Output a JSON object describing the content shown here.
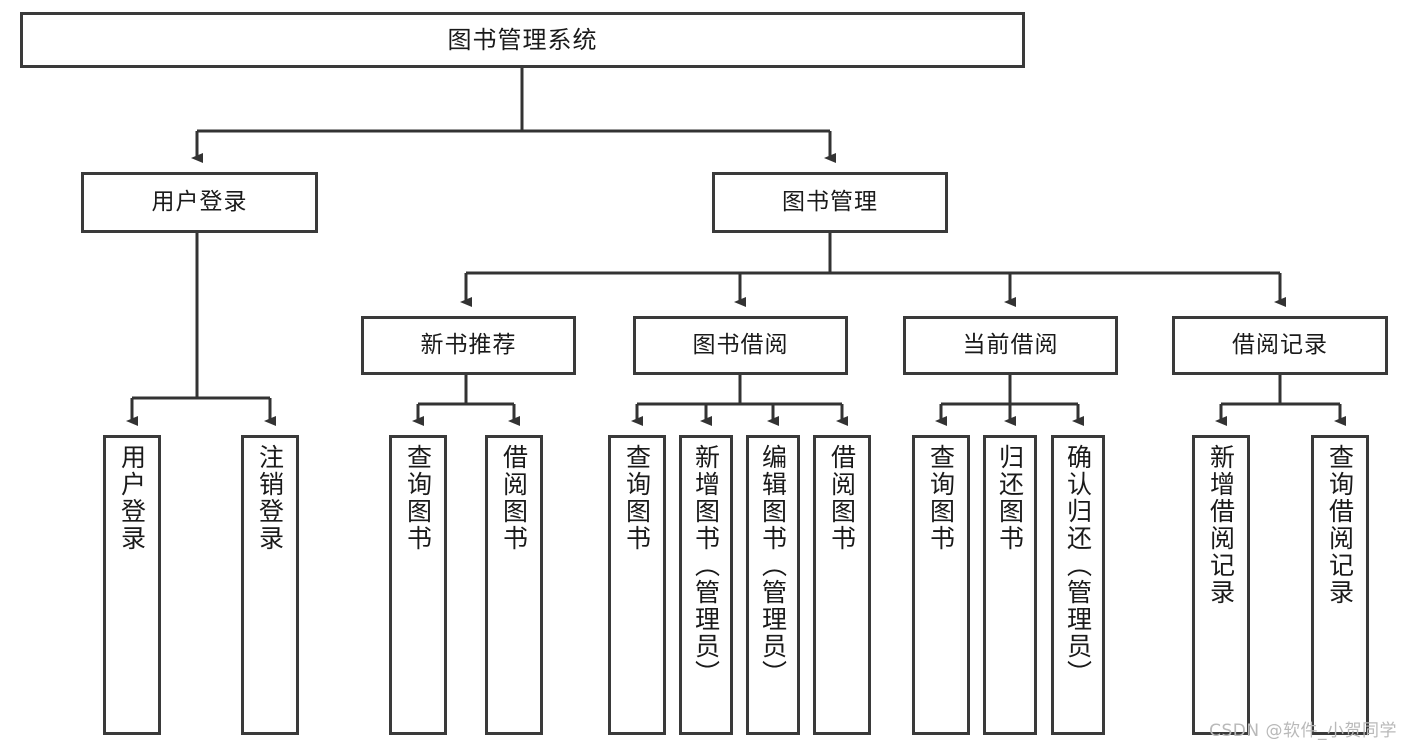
{
  "diagram": {
    "title": "图书管理系统",
    "type": "tree-hierarchy-diagram",
    "watermark": "CSDN @软件_小贺同学",
    "colors": {
      "box_border": "#3a3a3a",
      "box_fill": "#ffffff",
      "edge": "#333333",
      "text": "#1a1a1a",
      "watermark": "#b9b9b9"
    },
    "nodes": {
      "root": {
        "label": "图书管理系统"
      },
      "level2": [
        {
          "id": "user-login",
          "label": "用户登录"
        },
        {
          "id": "book-manage",
          "label": "图书管理"
        }
      ],
      "level3": [
        {
          "id": "new-book-recommend",
          "label": "新书推荐"
        },
        {
          "id": "book-borrow",
          "label": "图书借阅"
        },
        {
          "id": "current-borrow",
          "label": "当前借阅"
        },
        {
          "id": "borrow-record",
          "label": "借阅记录"
        }
      ],
      "leaves": {
        "user_login": [
          {
            "id": "leaf-user-login",
            "label": "用户登录"
          },
          {
            "id": "leaf-logout",
            "label": "注销登录"
          }
        ],
        "new_book_recommend": [
          {
            "id": "leaf-query-book-1",
            "label": "查询图书"
          },
          {
            "id": "leaf-borrow-book-1",
            "label": "借阅图书"
          }
        ],
        "book_borrow": [
          {
            "id": "leaf-query-book-2",
            "label": "查询图书"
          },
          {
            "id": "leaf-add-book",
            "label": "新增图书（管理员）"
          },
          {
            "id": "leaf-edit-book",
            "label": "编辑图书（管理员）"
          },
          {
            "id": "leaf-borrow-book-2",
            "label": "借阅图书"
          }
        ],
        "current_borrow": [
          {
            "id": "leaf-query-book-3",
            "label": "查询图书"
          },
          {
            "id": "leaf-return-book",
            "label": "归还图书"
          },
          {
            "id": "leaf-confirm-return",
            "label": "确认归还（管理员）"
          }
        ],
        "borrow_record": [
          {
            "id": "leaf-add-record",
            "label": "新增借阅记录"
          },
          {
            "id": "leaf-query-record",
            "label": "查询借阅记录"
          }
        ]
      }
    }
  }
}
